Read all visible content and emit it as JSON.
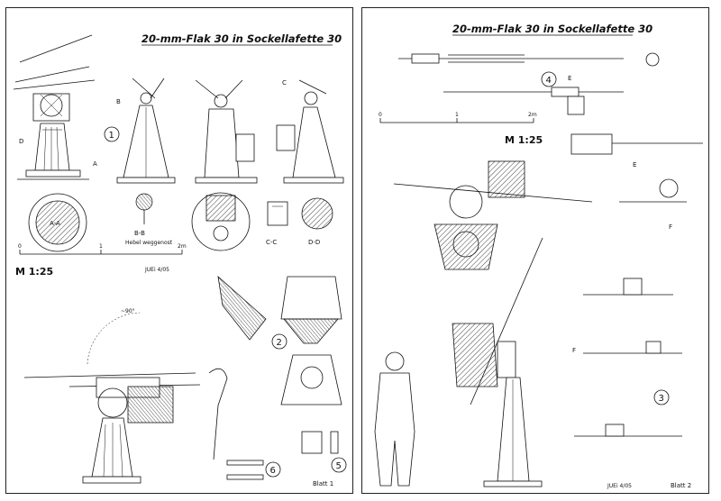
{
  "sheets": [
    {
      "title": "20-mm-Flak 30 in Sockellafette 30",
      "scale_label": "M 1:25",
      "scale_ticks": [
        "0",
        "1",
        "2m"
      ],
      "footer": "Blatt 1",
      "signature": "JUEi 4/05",
      "view_numbers": [
        "1",
        "2",
        "5",
        "6"
      ],
      "section_labels": [
        "A-A",
        "B-B",
        "C-C",
        "D-D"
      ],
      "section_note": "Hebel weggenost",
      "markers": [
        "B",
        "C",
        "D",
        "A"
      ],
      "angle_label": "~90°"
    },
    {
      "title": "20-mm-Flak 30 in Sockellafette 30",
      "scale_label": "M 1:25",
      "scale_ticks": [
        "0",
        "1",
        "2m"
      ],
      "footer": "Blatt 2",
      "signature": "JUEi 4/05",
      "view_numbers": [
        "4",
        "3"
      ],
      "markers": [
        "E",
        "F"
      ]
    }
  ]
}
